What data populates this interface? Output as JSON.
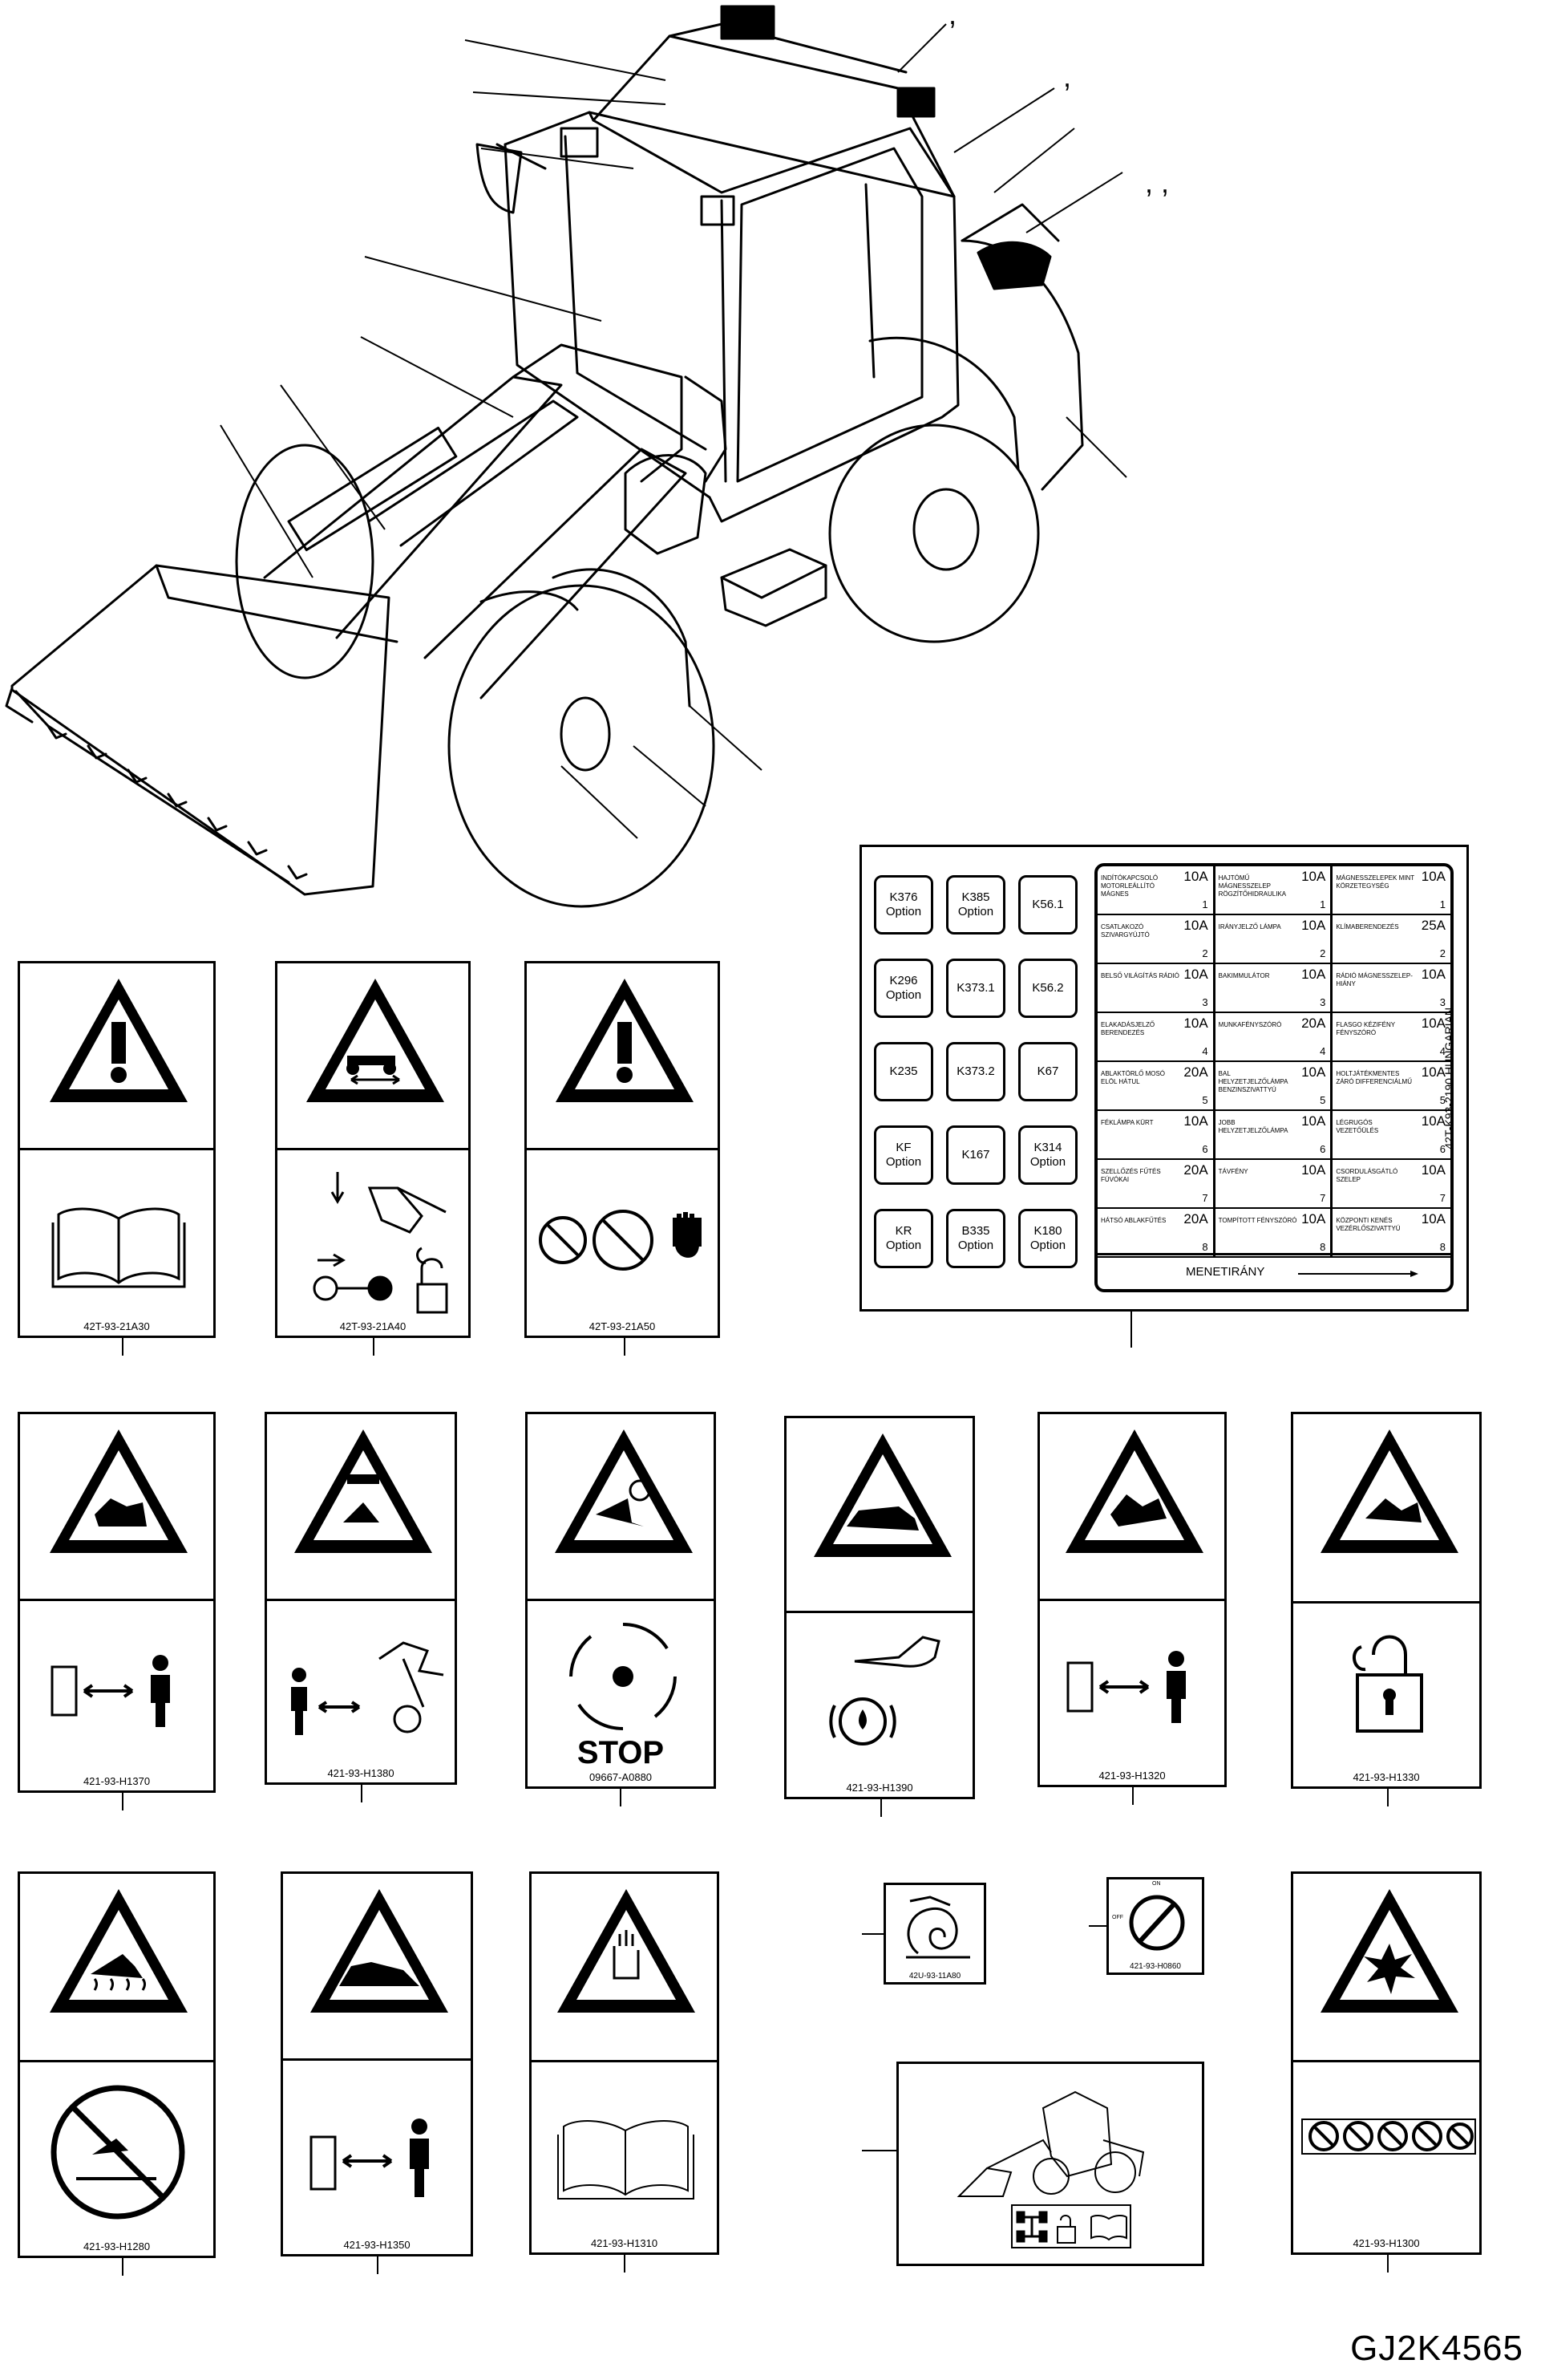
{
  "drawing_code": "GJ2K4565",
  "comma_marks": [
    ",",
    ",",
    ", ,"
  ],
  "fuse_panel": {
    "side_text": "42T-K93-2190  HUNGARIAN",
    "relays": [
      [
        "K376",
        "Option"
      ],
      [
        "K385",
        "Option"
      ],
      [
        "K56.1",
        ""
      ],
      [
        "K296",
        "Option"
      ],
      [
        "K373.1",
        ""
      ],
      [
        "K56.2",
        ""
      ],
      [
        "K235",
        ""
      ],
      [
        "K373.2",
        ""
      ],
      [
        "K67",
        ""
      ],
      [
        "KF",
        "Option"
      ],
      [
        "K167",
        ""
      ],
      [
        "K314",
        "Option"
      ],
      [
        "KR",
        "Option"
      ],
      [
        "B335",
        "Option"
      ],
      [
        "K180",
        "Option"
      ]
    ],
    "fuses": [
      {
        "text": "INDÍTÓKAPCSOLÓ MOTORLEÁLLÍTÓ MÁGNES",
        "amp": "10A",
        "idx": "1"
      },
      {
        "text": "HAJTÓMŰ MÁGNESSZELEP RÖGZÍTŐHIDRAULIKA",
        "amp": "10A",
        "idx": "1"
      },
      {
        "text": "MÁGNESSZELEPEK MINT KÖRZETEGYSÉG",
        "amp": "10A",
        "idx": "1"
      },
      {
        "text": "CSATLAKOZÓ SZIVARGYÚJTÓ",
        "amp": "10A",
        "idx": "2"
      },
      {
        "text": "IRÁNYJELZŐ LÁMPA",
        "amp": "10A",
        "idx": "2"
      },
      {
        "text": "KLÍMABERENDEZÉS",
        "amp": "25A",
        "idx": "2"
      },
      {
        "text": "BELSŐ VILÁGÍTÁS RÁDIÓ",
        "amp": "10A",
        "idx": "3"
      },
      {
        "text": "BAKIMMULÁTOR",
        "amp": "10A",
        "idx": "3"
      },
      {
        "text": "RÁDIÓ MÁGNESSZELEP-HIÁNY",
        "amp": "10A",
        "idx": "3"
      },
      {
        "text": "ELAKADÁSJELZŐ BERENDEZÉS",
        "amp": "10A",
        "idx": "4"
      },
      {
        "text": "MUNKAFÉNYSZÓRÓ",
        "amp": "20A",
        "idx": "4"
      },
      {
        "text": "FLASGO KÉZIFÉNY FÉNYSZÓRÓ",
        "amp": "10A",
        "idx": "4"
      },
      {
        "text": "ABLAKTÖRLŐ MOSÓ ELÖL HÁTUL",
        "amp": "20A",
        "idx": "5"
      },
      {
        "text": "BAL HELYZETJELZŐLÁMPA BENZINSZIVATTYÚ",
        "amp": "10A",
        "idx": "5"
      },
      {
        "text": "HOLTJÁTÉKMENTES ZÁRÓ DIFFERENCIÁLMŰ",
        "amp": "10A",
        "idx": "5"
      },
      {
        "text": "FÉKLÁMPA KÜRT",
        "amp": "10A",
        "idx": "6"
      },
      {
        "text": "JOBB HELYZETJELZŐLÁMPA",
        "amp": "10A",
        "idx": "6"
      },
      {
        "text": "LÉGRUGÓS VEZETŐÜLÉS",
        "amp": "10A",
        "idx": "6"
      },
      {
        "text": "SZELLŐZÉS FŰTÉS FÚVÓKAI",
        "amp": "20A",
        "idx": "7"
      },
      {
        "text": "TÁVFÉNY",
        "amp": "10A",
        "idx": "7"
      },
      {
        "text": "CSORDULÁSGÁTLÓ SZELEP",
        "amp": "10A",
        "idx": "7"
      },
      {
        "text": "HÁTSÓ ABLAKFŰTÉS",
        "amp": "20A",
        "idx": "8"
      },
      {
        "text": "TOMPÍTOTT FÉNYSZÓRÓ",
        "amp": "10A",
        "idx": "8"
      },
      {
        "text": "KÖZPONTI KENÉS VEZÉRLŐSZIVATTYÚ",
        "amp": "10A",
        "idx": "8"
      }
    ],
    "direction_label": "MENETIRÁNY"
  },
  "labels_row1": [
    {
      "part": "42T-93-21A30"
    },
    {
      "part": "42T-93-21A40"
    },
    {
      "part": "42T-93-21A50"
    }
  ],
  "labels_row2": [
    {
      "part": "421-93-H1370"
    },
    {
      "part": "421-93-H1380"
    },
    {
      "part": "09667-A0880",
      "stop": "STOP"
    },
    {
      "part": "421-93-H1390"
    },
    {
      "part": "421-93-H1320"
    },
    {
      "part": "421-93-H1330"
    }
  ],
  "labels_row3": [
    {
      "part": "421-93-H1280"
    },
    {
      "part": "421-93-H1350"
    },
    {
      "part": "421-93-H1310"
    },
    {
      "part": "421-93-H1300"
    }
  ],
  "small_labels": [
    {
      "part": "42U-93-11A80"
    },
    {
      "part": "421-93-H0860",
      "on": "ON",
      "off": "OFF"
    }
  ]
}
